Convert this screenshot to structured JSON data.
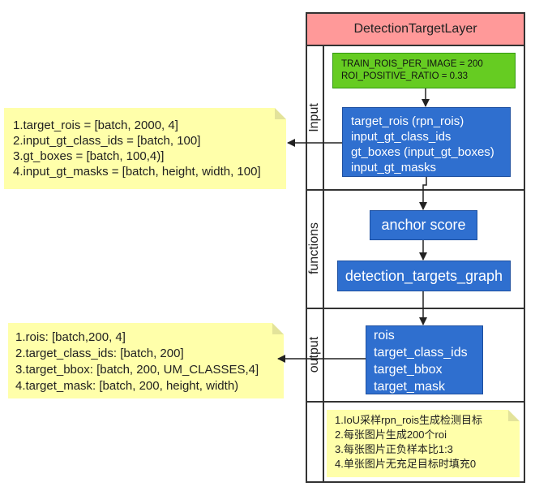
{
  "diagram": {
    "title": "DetectionTargetLayer",
    "lanes": {
      "input": "Input",
      "functions": "functions",
      "output": "output"
    },
    "config": [
      "TRAIN_ROIS_PER_IMAGE = 200",
      "ROI_POSITIVE_RATIO = 0.33"
    ],
    "inputs": [
      "target_rois (rpn_rois)",
      "input_gt_class_ids",
      "gt_boxes (input_gt_boxes)",
      "input_gt_masks"
    ],
    "functions": {
      "anchor_score": "anchor score",
      "detection_targets_graph": "detection_targets_graph"
    },
    "outputs": [
      "rois",
      "target_class_ids",
      "target_bbox",
      "target_mask"
    ],
    "input_shapes": [
      "1.target_rois = [batch, 2000, 4]",
      "2.input_gt_class_ids = [batch, 100]",
      "3.gt_boxes = [batch, 100,4)]",
      "4.input_gt_masks = [batch, height, width, 100]"
    ],
    "output_shapes": [
      "1.rois: [batch,200, 4]",
      "2.target_class_ids: [batch, 200]",
      "3.target_bbox: [batch, 200, UM_CLASSES,4]",
      "4.target_mask: [batch, 200, height, width)"
    ],
    "description": [
      "1.IoU采样rpn_rois生成检测目标",
      "2.每张图片生成200个roi",
      "3.每张图片正负样本比1:3",
      "4.单张图片无充足目标时填充0"
    ]
  },
  "colors": {
    "title_fill": "#ff9999",
    "config_fill": "#66cc22",
    "node_fill": "#2f6fcf",
    "note_fill": "#ffffaa"
  }
}
